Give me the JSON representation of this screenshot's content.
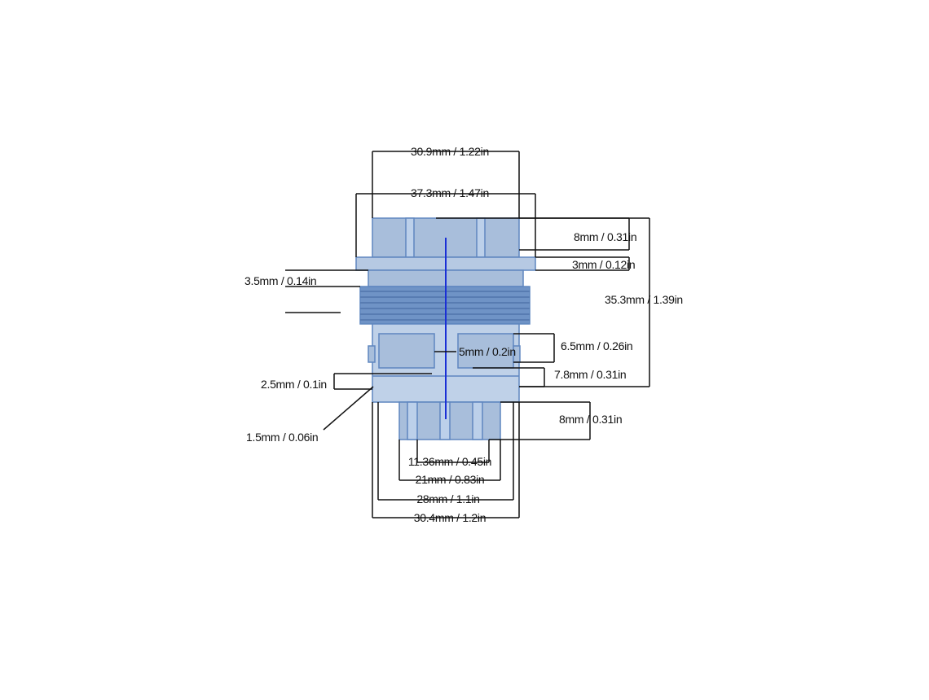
{
  "diagram": {
    "colors": {
      "body_fill": "#a8bedb",
      "body_stroke": "#5f86bf",
      "thread_fill": "#6f93c6",
      "axis": "#1a2fd6",
      "dimension_line": "#111111",
      "background": "#ffffff"
    },
    "dimensions": {
      "top_width": "30.9mm / 1.22in",
      "flange_width": "37.3mm / 1.47in",
      "cap_height": "8mm / 0.31in",
      "flange_thickness": "3mm / 0.12in",
      "thread_offset": "3.5mm / 0.14in",
      "overall_height": "35.3mm / 1.39in",
      "slot_depth": "5mm / 0.2in",
      "body_segment_height": "6.5mm / 0.26in",
      "lower_segment_height": "7.8mm / 0.31in",
      "lip_height": "2.5mm / 0.1in",
      "lip_thickness": "1.5mm / 0.06in",
      "terminal_height": "8mm / 0.31in",
      "pin_spacing": "11.36mm / 0.45in",
      "base_width_inner": "21mm / 0.83in",
      "base_width": "28mm / 1.1in",
      "base_width_outer": "30.4mm / 1.2in"
    }
  }
}
